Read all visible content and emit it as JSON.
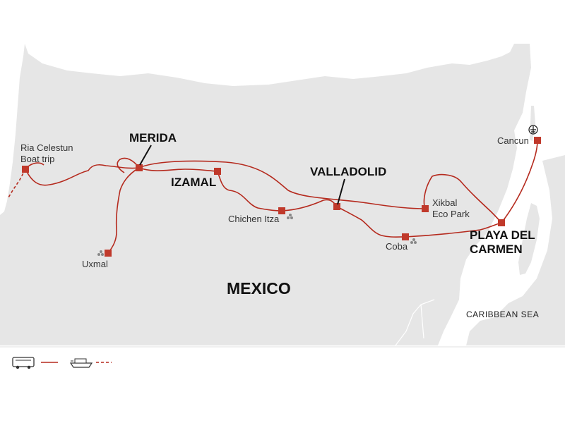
{
  "map": {
    "region": "MEXICO",
    "sea": "CARIBBEAN SEA",
    "route_color": "#c0392b",
    "land_color": "#e6e6e6",
    "sea_color": "#ffffff",
    "places": {
      "ria_celestun": {
        "line1": "Ria Celestun",
        "line2": "Boat trip",
        "major": false
      },
      "merida": {
        "name": "MERIDA",
        "major": true
      },
      "izamal": {
        "name": "IZAMAL",
        "major": true
      },
      "valladolid": {
        "name": "VALLADOLID",
        "major": true
      },
      "chichen_itza": {
        "name": "Chichen Itza",
        "major": false,
        "icon": "ruins-icon"
      },
      "uxmal": {
        "name": "Uxmal",
        "major": false,
        "icon": "ruins-icon"
      },
      "coba": {
        "name": "Coba",
        "major": false,
        "icon": "ruins-icon"
      },
      "xikbal": {
        "line1": "Xikbal",
        "line2": "Eco Park",
        "major": false
      },
      "cancun": {
        "name": "Cancun",
        "major": false,
        "icon": "airport-icon"
      },
      "playa_del_carmen": {
        "line1": "PLAYA DEL",
        "line2": "CARMEN",
        "major": true
      }
    }
  },
  "legend": {
    "items": [
      {
        "icon": "bus-icon",
        "line": "solid"
      },
      {
        "icon": "boat-icon",
        "line": "dashed"
      }
    ]
  }
}
